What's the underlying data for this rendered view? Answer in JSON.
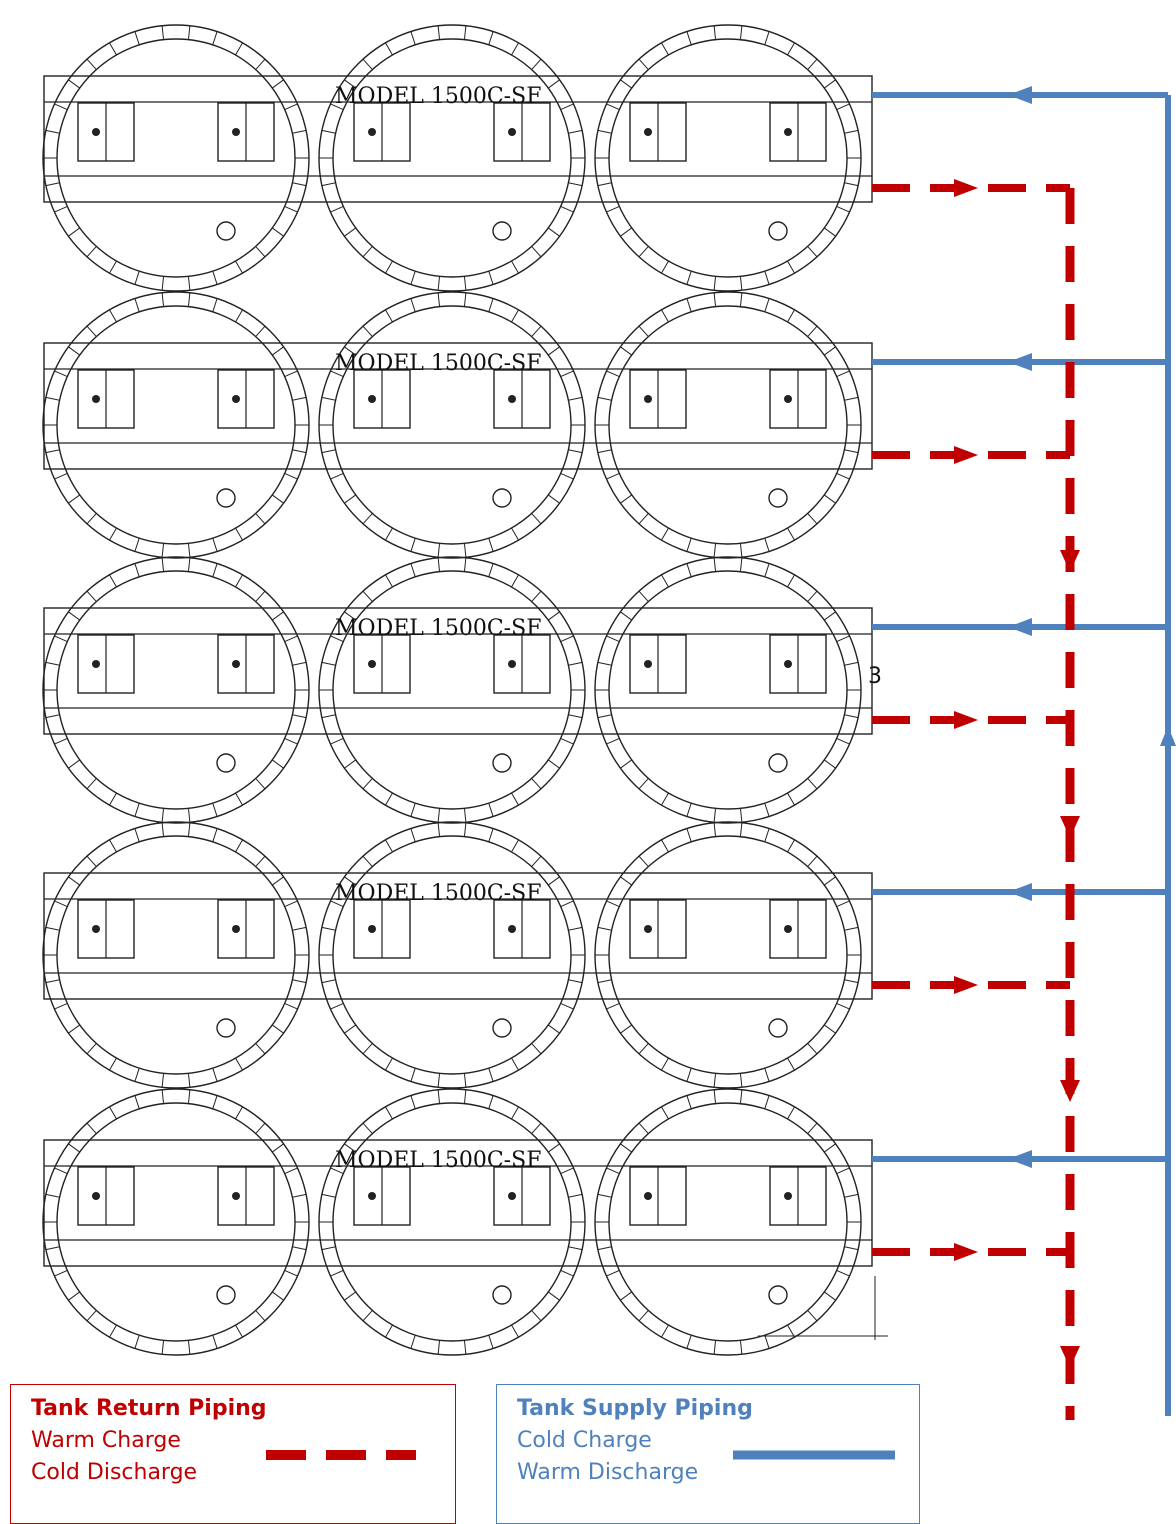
{
  "diagram": {
    "tank_model_label": "MODEL 1500C-SF",
    "rows": 5,
    "tanks_per_row": 3,
    "row_marker_text": "3",
    "colors": {
      "return": "#c00000",
      "supply": "#4f81bd",
      "drawing": "#222222"
    }
  },
  "legend": {
    "return": {
      "title": "Tank Return Piping",
      "line1": "Warm Charge",
      "line2": "Cold Discharge",
      "line_style": "dashed"
    },
    "supply": {
      "title": "Tank Supply Piping",
      "line1": "Cold Charge",
      "line2": "Warm Discharge",
      "line_style": "solid"
    }
  }
}
